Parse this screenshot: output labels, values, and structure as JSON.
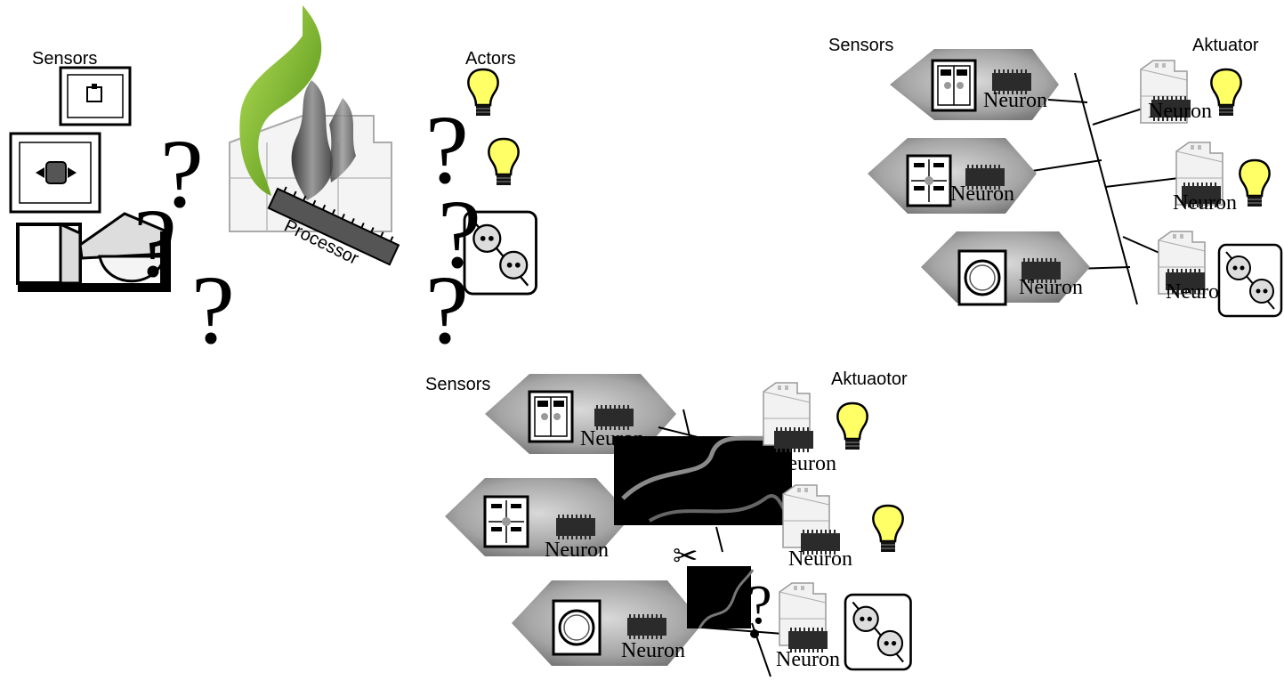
{
  "panel_central": {
    "sensors_label": "Sensors",
    "actors_label": "Actors",
    "processor_label": "Processor",
    "question_mark": "?"
  },
  "panel_network": {
    "sensors_label": "Sensors",
    "actuator_label": "Aktuator",
    "node_label": "Neuron"
  },
  "panel_failure": {
    "sensors_label": "Sensors",
    "actuator_label": "Aktuaotor",
    "node_label": "Neuron",
    "question_mark": "?",
    "scissors_glyph": "✂"
  },
  "colors": {
    "smoke_green": "#7cc21e",
    "smoke_gray": "#6b6b6b",
    "bulb_yellow": "#ffff66",
    "disc_gray": "#9a9a9a",
    "chip_dark": "#2b2b2b"
  }
}
